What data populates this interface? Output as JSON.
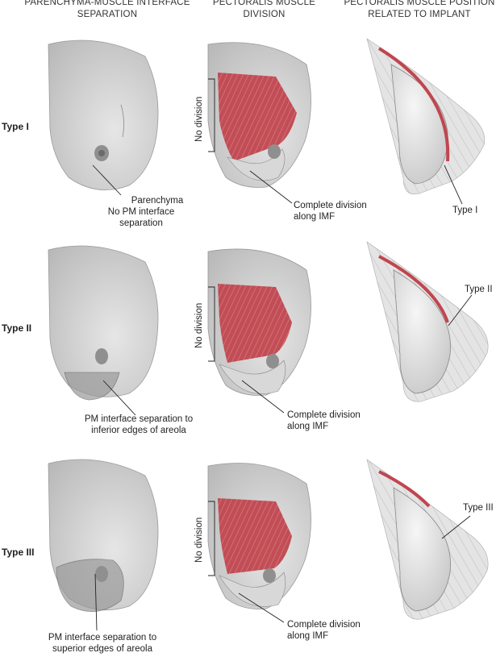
{
  "headers": {
    "col1": [
      "PARENCHYMA-MUSCLE INTERFACE",
      "SEPARATION"
    ],
    "col2": [
      "PECTORALIS MUSCLE",
      "DIVISION"
    ],
    "col3": [
      "PECTORALIS MUSCLE POSITION",
      "RELATED TO IMPLANT"
    ]
  },
  "rows": [
    {
      "label": "Type I",
      "col1_label": [
        "Parenchyma",
        "No PM interface separation"
      ],
      "col2_vertical": "No division",
      "col2_label": [
        "Complete division",
        "along IMF"
      ],
      "col3_label": "Type I"
    },
    {
      "label": "Type II",
      "col1_label": [
        "PM interface separation to",
        "inferior edges of areola"
      ],
      "col2_vertical": "No division",
      "col2_label": [
        "Complete division",
        "along IMF"
      ],
      "col3_label": "Type II"
    },
    {
      "label": "Type III",
      "col1_label": [
        "PM interface separation to",
        "superior edges of areola"
      ],
      "col2_vertical": "No division",
      "col2_label": [
        "Complete division",
        "along IMF"
      ],
      "col3_label": "Type III"
    }
  ],
  "colors": {
    "muscle": "#c0464f",
    "muscle_dark": "#a5343d",
    "skin": "#d4d4d4",
    "skin_shadow": "#b8b8b8",
    "implant": "#e2e2e2",
    "separation": "#9a9a9a"
  }
}
